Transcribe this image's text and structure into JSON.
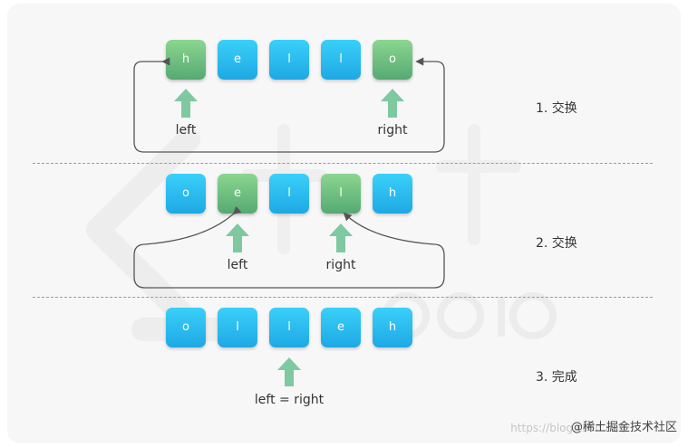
{
  "colors": {
    "blue_cell": "#2bbcf0",
    "green_cell": "#6dbd7e",
    "arrow_up": "#7fc9a1",
    "line": "#555555",
    "divider": "#9a9a9a"
  },
  "steps": [
    {
      "label": "1. 交换",
      "cells": [
        {
          "char": "h",
          "highlight": true
        },
        {
          "char": "e",
          "highlight": false
        },
        {
          "char": "l",
          "highlight": false
        },
        {
          "char": "l",
          "highlight": false
        },
        {
          "char": "o",
          "highlight": true
        }
      ],
      "pointers": [
        {
          "label": "left",
          "index": 0
        },
        {
          "label": "right",
          "index": 4
        }
      ]
    },
    {
      "label": "2. 交换",
      "cells": [
        {
          "char": "o",
          "highlight": false
        },
        {
          "char": "e",
          "highlight": true
        },
        {
          "char": "l",
          "highlight": false
        },
        {
          "char": "l",
          "highlight": true
        },
        {
          "char": "h",
          "highlight": false
        }
      ],
      "pointers": [
        {
          "label": "left",
          "index": 1
        },
        {
          "label": "right",
          "index": 3
        }
      ]
    },
    {
      "label": "3. 完成",
      "cells": [
        {
          "char": "o",
          "highlight": false
        },
        {
          "char": "l",
          "highlight": false
        },
        {
          "char": "l",
          "highlight": false
        },
        {
          "char": "e",
          "highlight": false
        },
        {
          "char": "h",
          "highlight": false
        }
      ],
      "pointers": [
        {
          "label": "left = right",
          "index": 2
        }
      ]
    }
  ],
  "credit": "@稀土掘金技术社区",
  "credit_faint": "https://blog.csdn.net/...",
  "watermark": "LeetCode 力扣"
}
